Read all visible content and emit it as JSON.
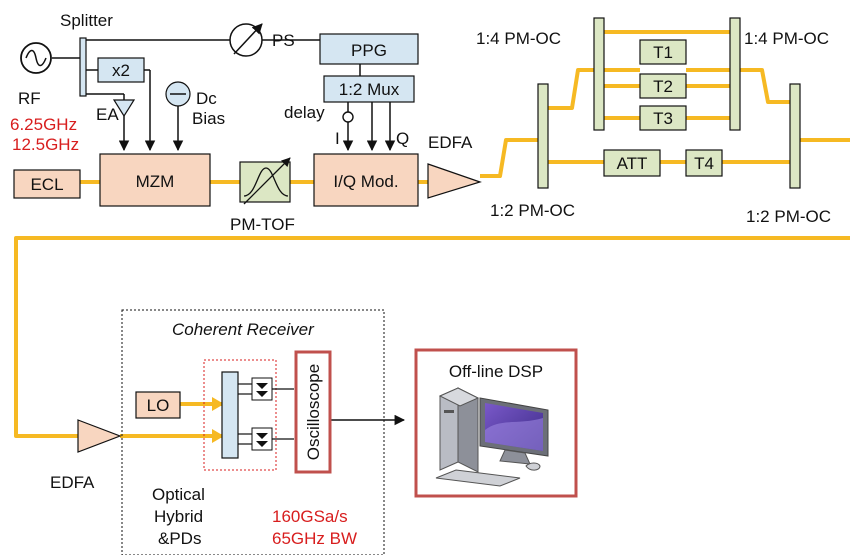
{
  "colors": {
    "fiber": "#f6b923",
    "box_orange": "#f8d6c0",
    "box_blue": "#d5e6f2",
    "box_green": "#dce7c4",
    "accent_red": "#d81e1e",
    "dsp_border": "#c0504d",
    "electrical": "#111111"
  },
  "top": {
    "splitter": "Splitter",
    "rf": "RF",
    "rf_freq1": "6.25GHz",
    "rf_freq2": "12.5GHz",
    "x2": "x2",
    "ea": "EA",
    "dc1": "Dc",
    "dc2": "Bias",
    "ps": "PS",
    "ppg": "PPG",
    "mux": "1:2 Mux",
    "delay": "delay",
    "i": "I",
    "q": "Q",
    "ecl": "ECL",
    "mzm": "MZM",
    "pm_tof": "PM-TOF",
    "iq_mod": "I/Q Mod.",
    "edfa1": "EDFA",
    "oc_14_left": "1:4 PM-OC",
    "oc_14_right": "1:4 PM-OC",
    "oc_12_left": "1:2 PM-OC",
    "oc_12_right": "1:2 PM-OC",
    "t1": "T1",
    "t2": "T2",
    "t3": "T3",
    "t4": "T4",
    "att": "ATT"
  },
  "bottom": {
    "coherent_receiver": "Coherent Receiver",
    "lo": "LO",
    "edfa2": "EDFA",
    "hybrid1": "Optical",
    "hybrid2": "Hybrid",
    "hybrid3": "&PDs",
    "oscilloscope": "Oscilloscope",
    "osc_spec1": "160GSa/s",
    "osc_spec2": "65GHz BW",
    "dsp": "Off-line DSP",
    "computer_icon": "computer-icon"
  }
}
